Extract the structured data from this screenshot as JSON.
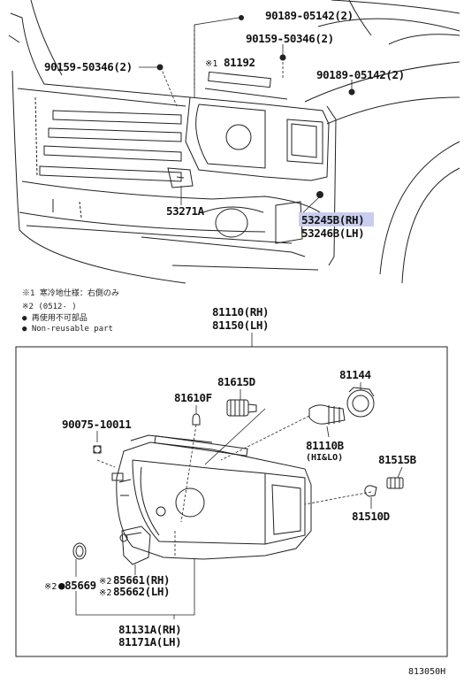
{
  "diagram": {
    "top_labels": {
      "p_90189_top": "90189-05142(2)",
      "p_90159_top": "90159-50346(2)",
      "p_90159_left": "90159-50346(2)",
      "p_81192": "81192",
      "p_81192_mark": "※1",
      "p_90189_right": "90189-05142(2)",
      "p_53271A": "53271A",
      "p_53245B": "53245B(RH)",
      "p_53246B": "53246B(LH)"
    },
    "highlight_color": "#c9ceef",
    "notes": {
      "note1": "※1 寒冷地仕様：右側のみ",
      "note2": "※2 (0512-      )",
      "note3": "● 再使用不可部品",
      "note4": "● Non-reusable part"
    },
    "box_title": {
      "rh": "81110(RH)",
      "lh": "81150(LH)"
    },
    "box_labels": {
      "p_81615D": "81615D",
      "p_81144": "81144",
      "p_81610F": "81610F",
      "p_90075": "90075-10011",
      "p_81110B": "81110B",
      "p_81110B_sub": "(HI&LO)",
      "p_81515B": "81515B",
      "p_81510D": "81510D",
      "p_85669": "●85669",
      "p_85669_mark": "※2",
      "p_85661": "85661(RH)",
      "p_85662": "85662(LH)",
      "p_85661_mark": "※2",
      "p_85662_mark": "※2",
      "p_81131A": "81131A(RH)",
      "p_81171A": "81171A(LH)"
    },
    "ref_code": "813050H"
  }
}
